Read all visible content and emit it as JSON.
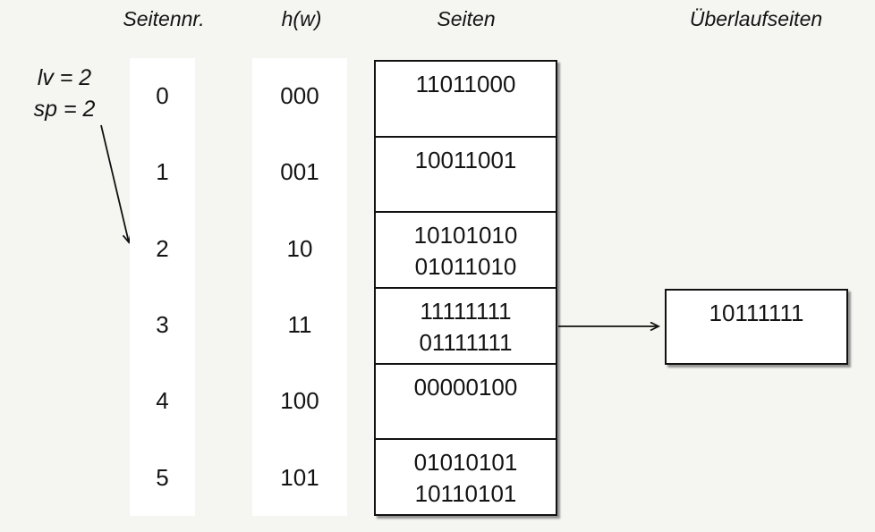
{
  "colors": {
    "background": "#f5f5f2",
    "surface": "#ffffff",
    "ink": "#141414"
  },
  "headers": {
    "page_number": "Seitennr.",
    "hash": "h(w)",
    "pages": "Seiten",
    "overflow_pages": "Überlaufseiten"
  },
  "annotation": {
    "line1": "lv = 2",
    "line2": "sp = 2"
  },
  "rows": [
    {
      "nr": "0",
      "h": "000",
      "values": [
        "11011000"
      ]
    },
    {
      "nr": "1",
      "h": "001",
      "values": [
        "10011001"
      ]
    },
    {
      "nr": "2",
      "h": "10",
      "values": [
        "10101010",
        "01011010"
      ]
    },
    {
      "nr": "3",
      "h": "11",
      "values": [
        "11111111",
        "01111111"
      ]
    },
    {
      "nr": "4",
      "h": "100",
      "values": [
        "00000100"
      ]
    },
    {
      "nr": "5",
      "h": "101",
      "values": [
        "01010101",
        "10110101"
      ]
    }
  ],
  "overflow": {
    "attached_to_row": "3",
    "values": [
      "10111111"
    ]
  }
}
